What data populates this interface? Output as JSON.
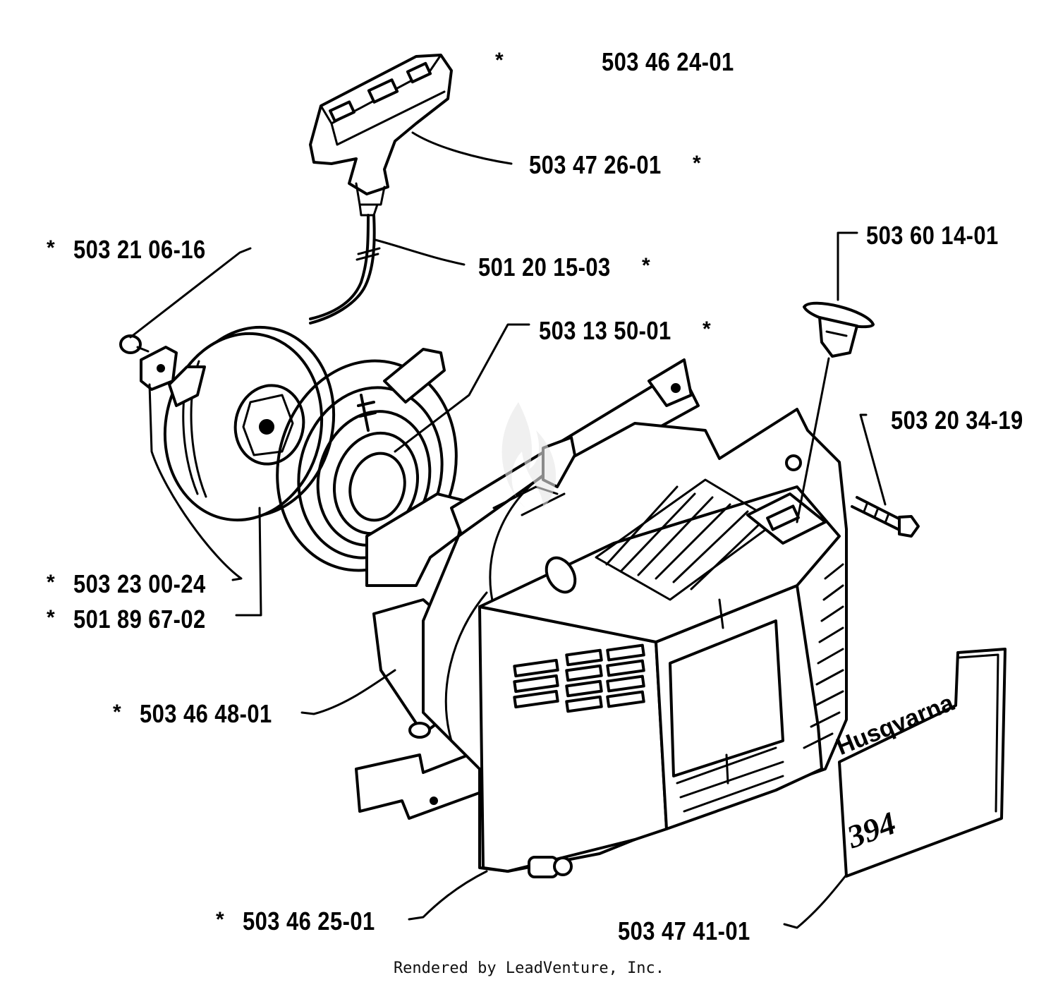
{
  "diagram": {
    "parts": [
      {
        "id": "p1",
        "number": "503 46 24-01",
        "star": "*"
      },
      {
        "id": "p2",
        "number": "503 47 26-01",
        "star": "*"
      },
      {
        "id": "p3",
        "number": "503 21 06-16",
        "star": "*"
      },
      {
        "id": "p4",
        "number": "501 20 15-03",
        "star": "*"
      },
      {
        "id": "p5",
        "number": "503 60 14-01",
        "star": ""
      },
      {
        "id": "p6",
        "number": "503 13 50-01",
        "star": "*"
      },
      {
        "id": "p7",
        "number": "503 20 34-19",
        "star": ""
      },
      {
        "id": "p8",
        "number": "503 23 00-24",
        "star": "*"
      },
      {
        "id": "p9",
        "number": "501 89 67-02",
        "star": "*"
      },
      {
        "id": "p10",
        "number": "503 46 48-01",
        "star": "*"
      },
      {
        "id": "p11",
        "number": "503 46 25-01",
        "star": "*"
      },
      {
        "id": "p12",
        "number": "503 47 41-01",
        "star": ""
      }
    ],
    "decal_text": {
      "brand": "Husqvarna",
      "model": "394"
    }
  },
  "footer": {
    "credit": "Rendered by LeadVenture, Inc."
  }
}
